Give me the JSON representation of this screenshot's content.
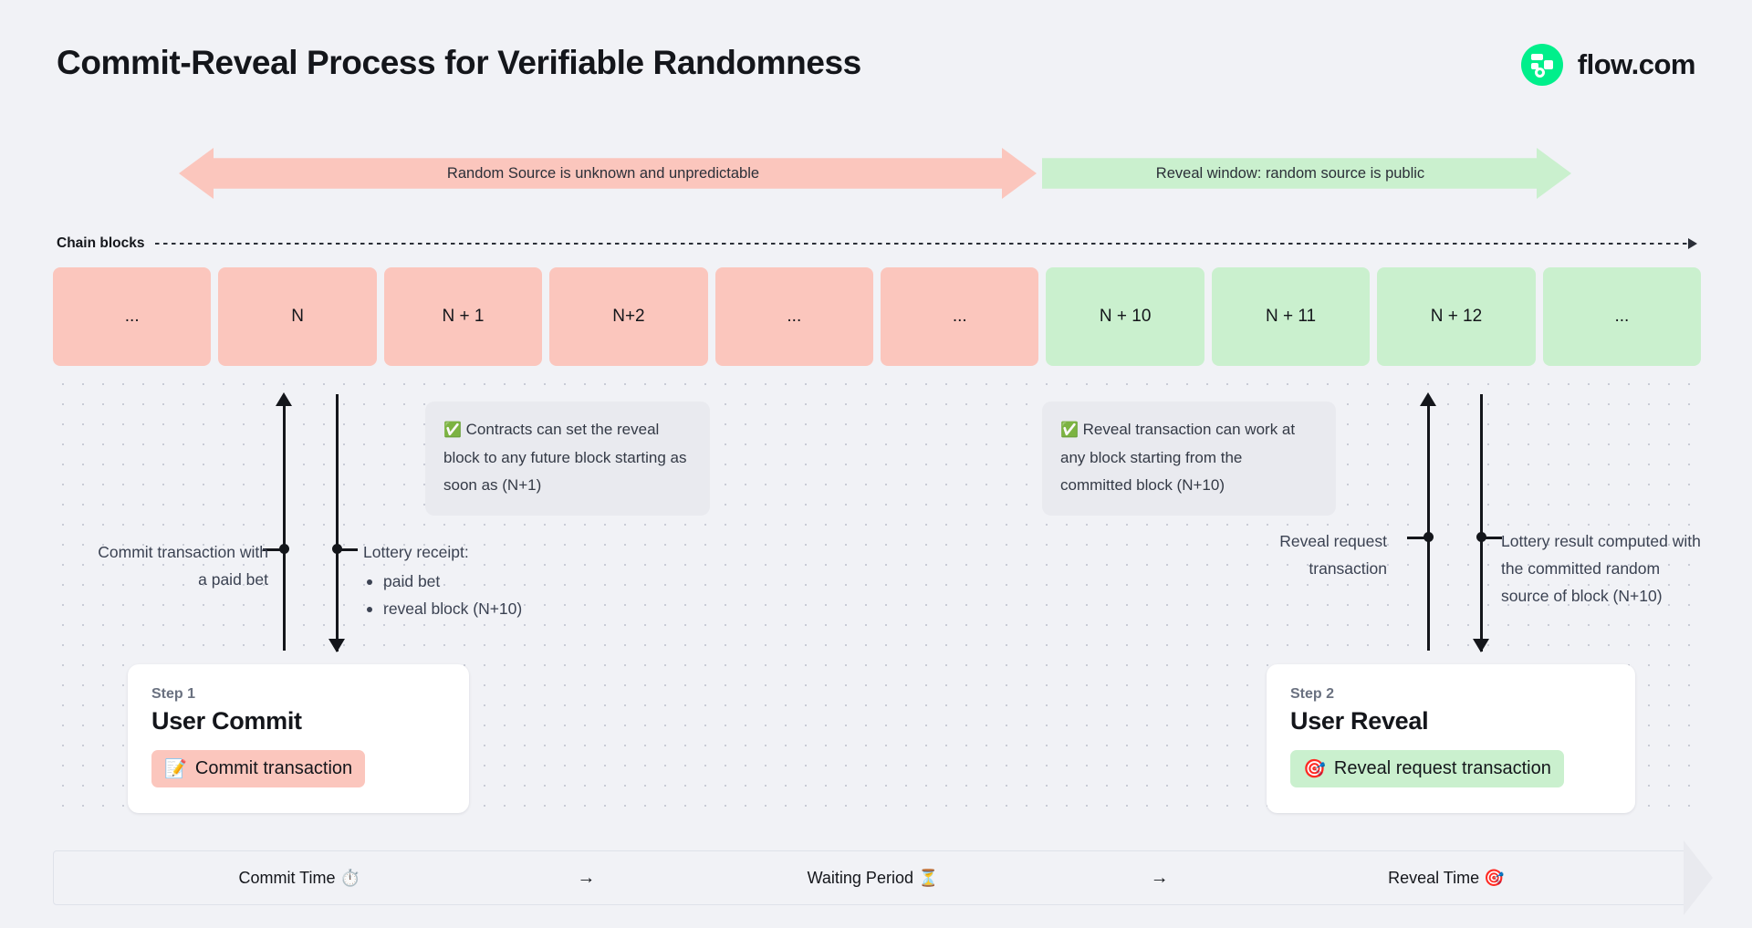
{
  "header": {
    "title": "Commit-Reveal Process for Verifiable Randomness",
    "brand_name": "flow.com",
    "brand_color": "#00ef8b"
  },
  "banners": [
    {
      "id": "unknown",
      "label": "Random Source is unknown and unpredictable",
      "color": "#fbc6bd"
    },
    {
      "id": "reveal",
      "label": "Reveal window: random source is public",
      "color": "#caf0ce"
    }
  ],
  "chain": {
    "axis_label": "Chain blocks",
    "blocks": [
      {
        "label": "...",
        "state": "pink"
      },
      {
        "label": "N",
        "state": "pink"
      },
      {
        "label": "N + 1",
        "state": "pink"
      },
      {
        "label": "N+2",
        "state": "pink"
      },
      {
        "label": "...",
        "state": "pink"
      },
      {
        "label": "...",
        "state": "pink"
      },
      {
        "label": "N + 10",
        "state": "green"
      },
      {
        "label": "N + 11",
        "state": "green"
      },
      {
        "label": "N + 12",
        "state": "green"
      },
      {
        "label": "...",
        "state": "green"
      }
    ]
  },
  "callouts": [
    {
      "id": "contracts",
      "icon": "✅",
      "text": "Contracts can set the reveal block to any future block starting as soon as (N+1)"
    },
    {
      "id": "reveal",
      "icon": "✅",
      "text": "Reveal transaction can work at any block starting from the committed block (N+10)"
    }
  ],
  "annotations": {
    "commit_transaction": "Commit transaction with a paid bet",
    "lottery_receipt_title": "Lottery receipt:",
    "lottery_receipt_items": [
      "paid bet",
      "reveal block (N+10)"
    ],
    "reveal_request": "Reveal request transaction",
    "lottery_result": "Lottery result computed with the committed random source of block (N+10)"
  },
  "steps": [
    {
      "kicker": "Step 1",
      "title": "User Commit",
      "chip_icon": "📝",
      "chip_label": "Commit transaction",
      "chip_color": "#fbc6bd"
    },
    {
      "kicker": "Step 2",
      "title": "User Reveal",
      "chip_icon": "🎯",
      "chip_label": "Reveal request transaction",
      "chip_color": "#caf0ce"
    }
  ],
  "bottom_timeline": {
    "cells": [
      "Commit Time ⏱️",
      "Waiting Period ⏳",
      "Reveal Time 🎯"
    ],
    "arrow": "→"
  }
}
